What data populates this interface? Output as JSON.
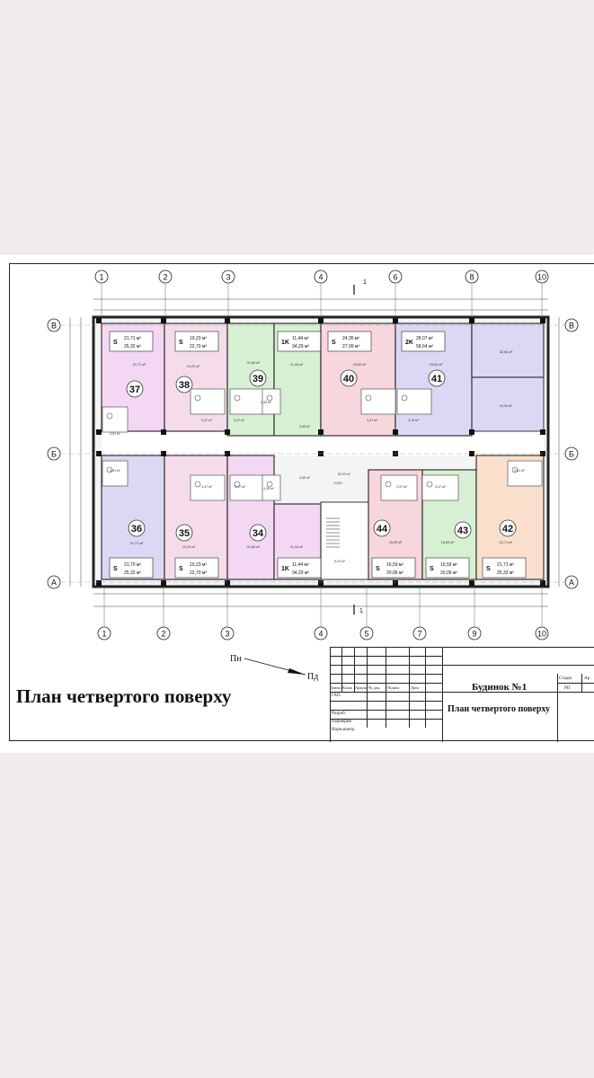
{
  "plan_title": "План четвертого поверху",
  "north": {
    "top": "Пн",
    "bottom": "Пд"
  },
  "axes": {
    "numbers": [
      "1",
      "2",
      "3",
      "4",
      "6",
      "8",
      "10"
    ],
    "bottom_numbers": [
      "1",
      "2",
      "3",
      "4",
      "5",
      "7",
      "9",
      "10"
    ],
    "letters": [
      "В",
      "Б",
      "А"
    ],
    "section": "1"
  },
  "apartments": [
    {
      "no": "37",
      "type": "S",
      "area_living": "21,71 м²",
      "area_total": "25,32 м²",
      "room": "21,71 м²",
      "fill": "#f3d7f3"
    },
    {
      "no": "38",
      "type": "S",
      "area_living": "19,23 м²",
      "area_total": "22,70 м²",
      "room": "19,23 м²",
      "fill": "#f6dcea"
    },
    {
      "no": "39",
      "type": "",
      "area_living": "",
      "area_total": "",
      "room": "11,86 м²",
      "fill": "#d7efd2"
    },
    {
      "no": "",
      "type": "1K",
      "area_living": "11,44 м²",
      "area_total": "34,29 м²",
      "room": "11,44 м²",
      "fill": "#d7efd2"
    },
    {
      "no": "40",
      "type": "S",
      "area_living": "24,35 м²",
      "area_total": "27,99 м²",
      "room": "24,52 м²",
      "fill": "#f8d6dd"
    },
    {
      "no": "41",
      "type": "2K",
      "area_living": "28,07 м²",
      "area_total": "58,64 м²",
      "room": "24,81 м²",
      "fill": "#dcd7f3"
    },
    {
      "no": "",
      "type": "",
      "area_living": "",
      "area_total": "",
      "room": "32,63 м²",
      "fill": "#dcd7f3"
    },
    {
      "no": "36",
      "type": "S",
      "area_living": "21,70 м²",
      "area_total": "25,32 м²",
      "room": "21,71 м²",
      "fill": "#dcd7f3"
    },
    {
      "no": "35",
      "type": "S",
      "area_living": "19,23 м²",
      "area_total": "22,70 м²",
      "room": "19,23 м²",
      "fill": "#f6dcea"
    },
    {
      "no": "34",
      "type": "",
      "area_living": "",
      "area_total": "",
      "room": "11,86 м²",
      "fill": "#f3d7f3"
    },
    {
      "no": "",
      "type": "1K",
      "area_living": "11,44 м²",
      "area_total": "34,29 м²",
      "room": "11,44 м²",
      "fill": "#f3d7f3"
    },
    {
      "no": "44",
      "type": "S",
      "area_living": "16,59 м²",
      "area_total": "20,06 м²",
      "room": "16,59 м²",
      "fill": "#f8d6dd"
    },
    {
      "no": "43",
      "type": "S",
      "area_living": "16,59 м²",
      "area_total": "20,06 м²",
      "room": "16,59 м²",
      "fill": "#d7efd2"
    },
    {
      "no": "42",
      "type": "S",
      "area_living": "21,71 м²",
      "area_total": "25,32 м²",
      "room": "21,71 м²",
      "fill": "#fae0cc"
    }
  ],
  "small_areas": [
    "3,61 м²",
    "3,47 м²",
    "3,47 м²",
    "4,35 м²",
    "3,65 м²",
    "3,47 м²",
    "3,78 м²",
    "22,34 м²",
    "3,61 м²",
    "3,47 м²",
    "3,47 м²",
    "4,35 м²",
    "3,65 м²",
    "3,47 м²",
    "3,47 м²",
    "3,61 м²",
    "62,93 м²",
    "9,23 м²",
    "0,000"
  ],
  "title_block": {
    "headers": [
      "Зміна",
      "Кільк",
      "Аркуш",
      "№ док.",
      "Підпис",
      "Дата"
    ],
    "roles": [
      "ГАП",
      "Розроб.",
      "Перевірив",
      "Норм.контр."
    ],
    "building": "Будинок №1",
    "sheet_title": "План четвертого поверху",
    "stage_label": "Стадія",
    "sheet_label": "Ар",
    "stage_value": "РП"
  }
}
